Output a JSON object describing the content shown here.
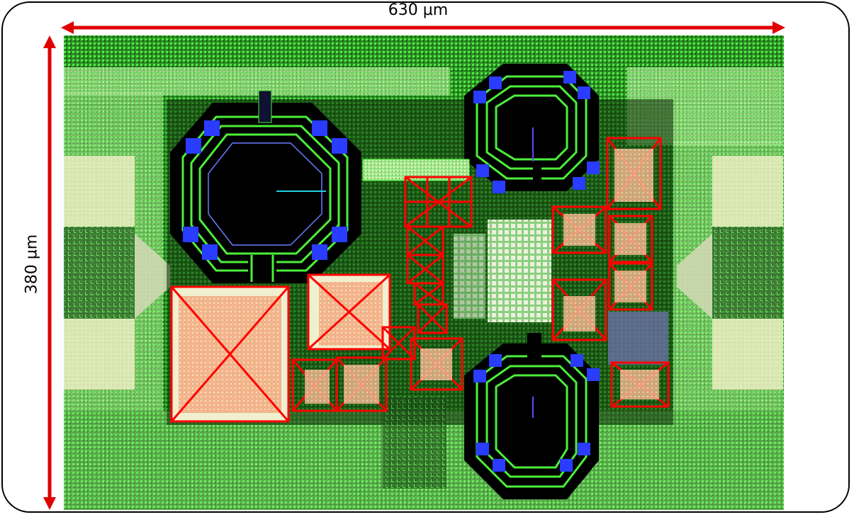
{
  "dimensions": {
    "width_label": "630 µm",
    "height_label": "380 µm"
  },
  "colors": {
    "substrate": "#1f8a1a",
    "metal_green": "#4cf03a",
    "inductor_fill": "#000000",
    "pad_orange": "#f2b48a",
    "pad_frame": "#f0f0d0",
    "marker_red": "#ff0000",
    "via_blue": "#2a3cff",
    "cell_white": "#e8ecd8",
    "arrow_red": "#e00000"
  },
  "layout": {
    "inductors": [
      {
        "name": "inductor-left-large"
      },
      {
        "name": "inductor-top-right"
      },
      {
        "name": "inductor-bottom-right"
      }
    ],
    "io_ports": [
      "left",
      "right"
    ]
  }
}
